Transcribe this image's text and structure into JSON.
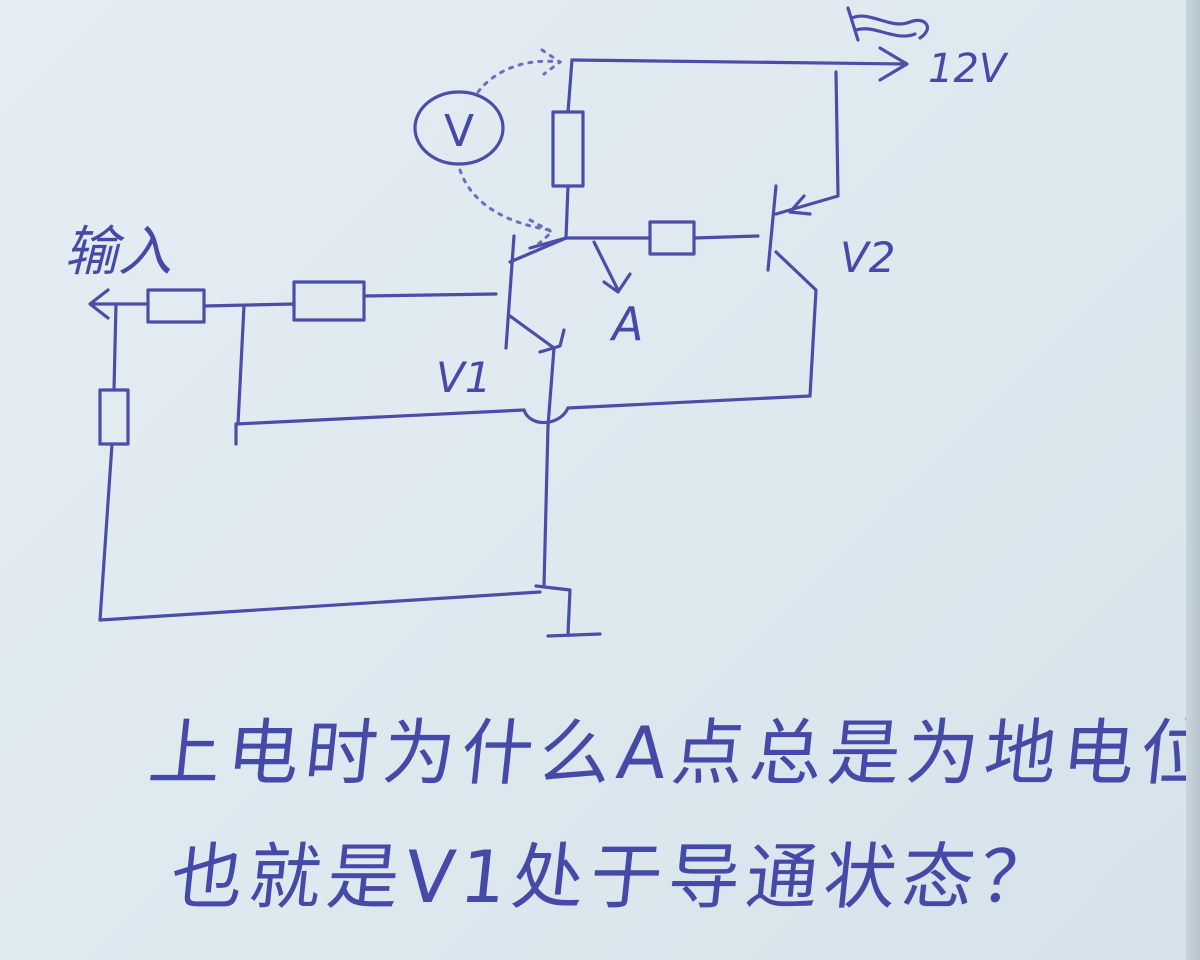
{
  "labels": {
    "input": "输入",
    "supply": "12V",
    "voltmeter": "V",
    "node_a": "A",
    "transistor_1": "V1",
    "transistor_2": "V2"
  },
  "question": {
    "line1": "上电时为什么A点总是为地电位",
    "line2": "也就是V1处于导通状态？"
  }
}
